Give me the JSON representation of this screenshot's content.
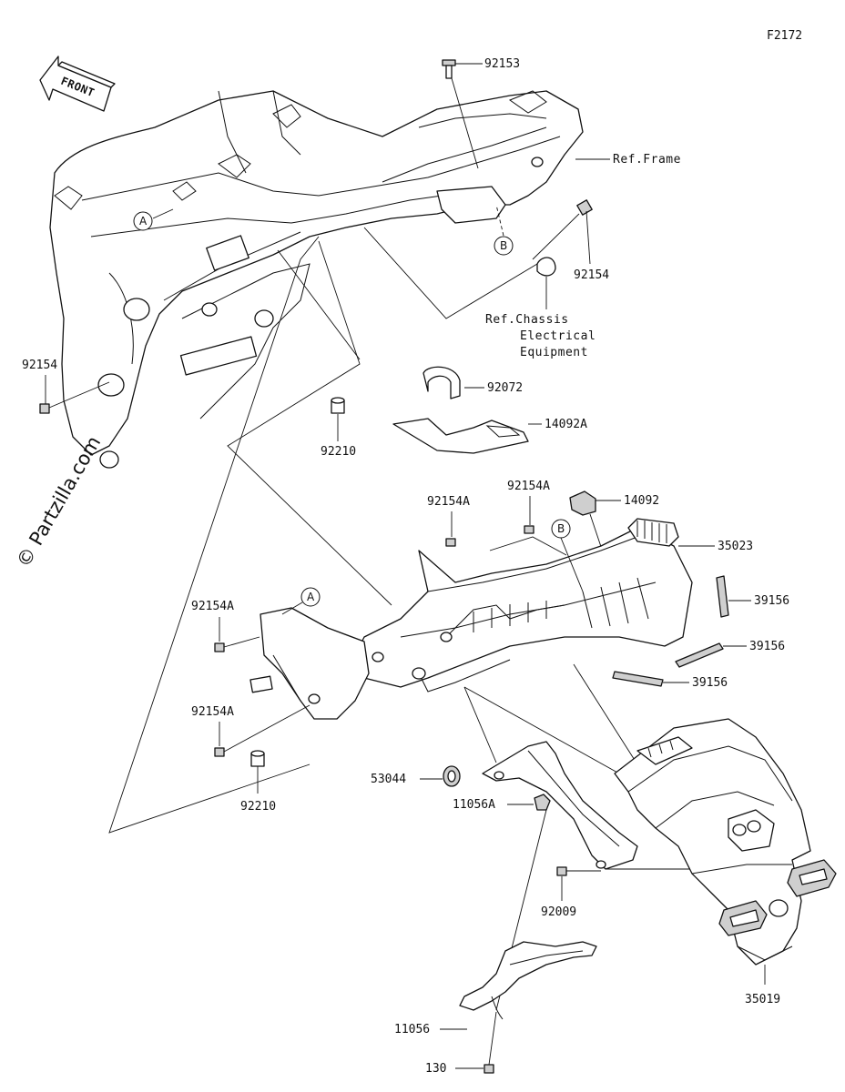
{
  "figure_id": "F2172",
  "front_label": "FRONT",
  "watermark": "© Partzilla.com",
  "callouts": {
    "a": "A",
    "b": "B"
  },
  "references": {
    "frame": "Ref.Frame",
    "chassis_line1": "Ref.Chassis",
    "chassis_line2": "Electrical",
    "chassis_line3": "Equipment"
  },
  "part_labels": {
    "p92153": "92153",
    "p92154_right": "92154",
    "p92154_left": "92154",
    "p92072": "92072",
    "p14092A": "14092A",
    "p92210_upper": "92210",
    "p92154A_top1": "92154A",
    "p92154A_top2": "92154A",
    "p14092": "14092",
    "p35023": "35023",
    "p39156_a": "39156",
    "p39156_b": "39156",
    "p39156_c": "39156",
    "p92154A_left1": "92154A",
    "p92154A_left2": "92154A",
    "p92210_lower": "92210",
    "p53044": "53044",
    "p11056A": "11056A",
    "p92009": "92009",
    "p11056": "11056",
    "p130": "130",
    "p35019": "35019"
  }
}
